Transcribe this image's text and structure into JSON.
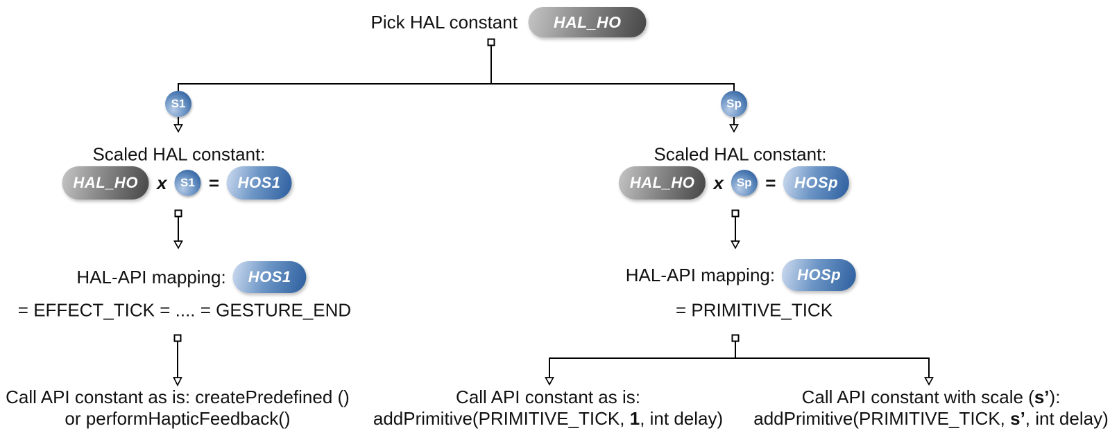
{
  "colors": {
    "background": "#ffffff",
    "text": "#111111",
    "line": "#000000",
    "pill_gray_start": "#c6c6c6",
    "pill_gray_end": "#454545",
    "pill_blue_start": "#cfdcf0",
    "pill_blue_end": "#2c5e9e",
    "badge_blue": "#2e5f9f"
  },
  "root": {
    "label": "Pick HAL constant",
    "pill": "HAL_HO"
  },
  "left": {
    "scale_badge": "S1",
    "scaled_title": "Scaled HAL constant:",
    "equation": {
      "base": "HAL_HO",
      "times": "x",
      "scale": "S1",
      "equals": "=",
      "result": "HOS1"
    },
    "mapping": {
      "label": "HAL-API mapping:",
      "pill": "HOS1",
      "equation": "= EFFECT_TICK = .... = GESTURE_END"
    },
    "call": {
      "line1": "Call API constant as is: createPredefined ()",
      "line2": "or performHapticFeedback()"
    }
  },
  "right": {
    "scale_badge": "Sp",
    "scaled_title": "Scaled HAL constant:",
    "equation": {
      "base": "HAL_HO",
      "times": "x",
      "scale": "Sp",
      "equals": "=",
      "result": "HOSp"
    },
    "mapping": {
      "label": "HAL-API mapping:",
      "pill": "HOSp",
      "equation": "= PRIMITIVE_TICK"
    },
    "call_as_is": {
      "line1": "Call API constant as is:",
      "line2_prefix": "addPrimitive(PRIMITIVE_TICK, ",
      "line2_emph": "1",
      "line2_suffix": ", int delay)"
    },
    "call_with_scale": {
      "line1_prefix": "Call API constant with scale (",
      "line1_emph": "s’",
      "line1_suffix": "):",
      "line2_prefix": "addPrimitive(PRIMITIVE_TICK, ",
      "line2_emph": "s’",
      "line2_suffix": ", int delay)"
    }
  }
}
